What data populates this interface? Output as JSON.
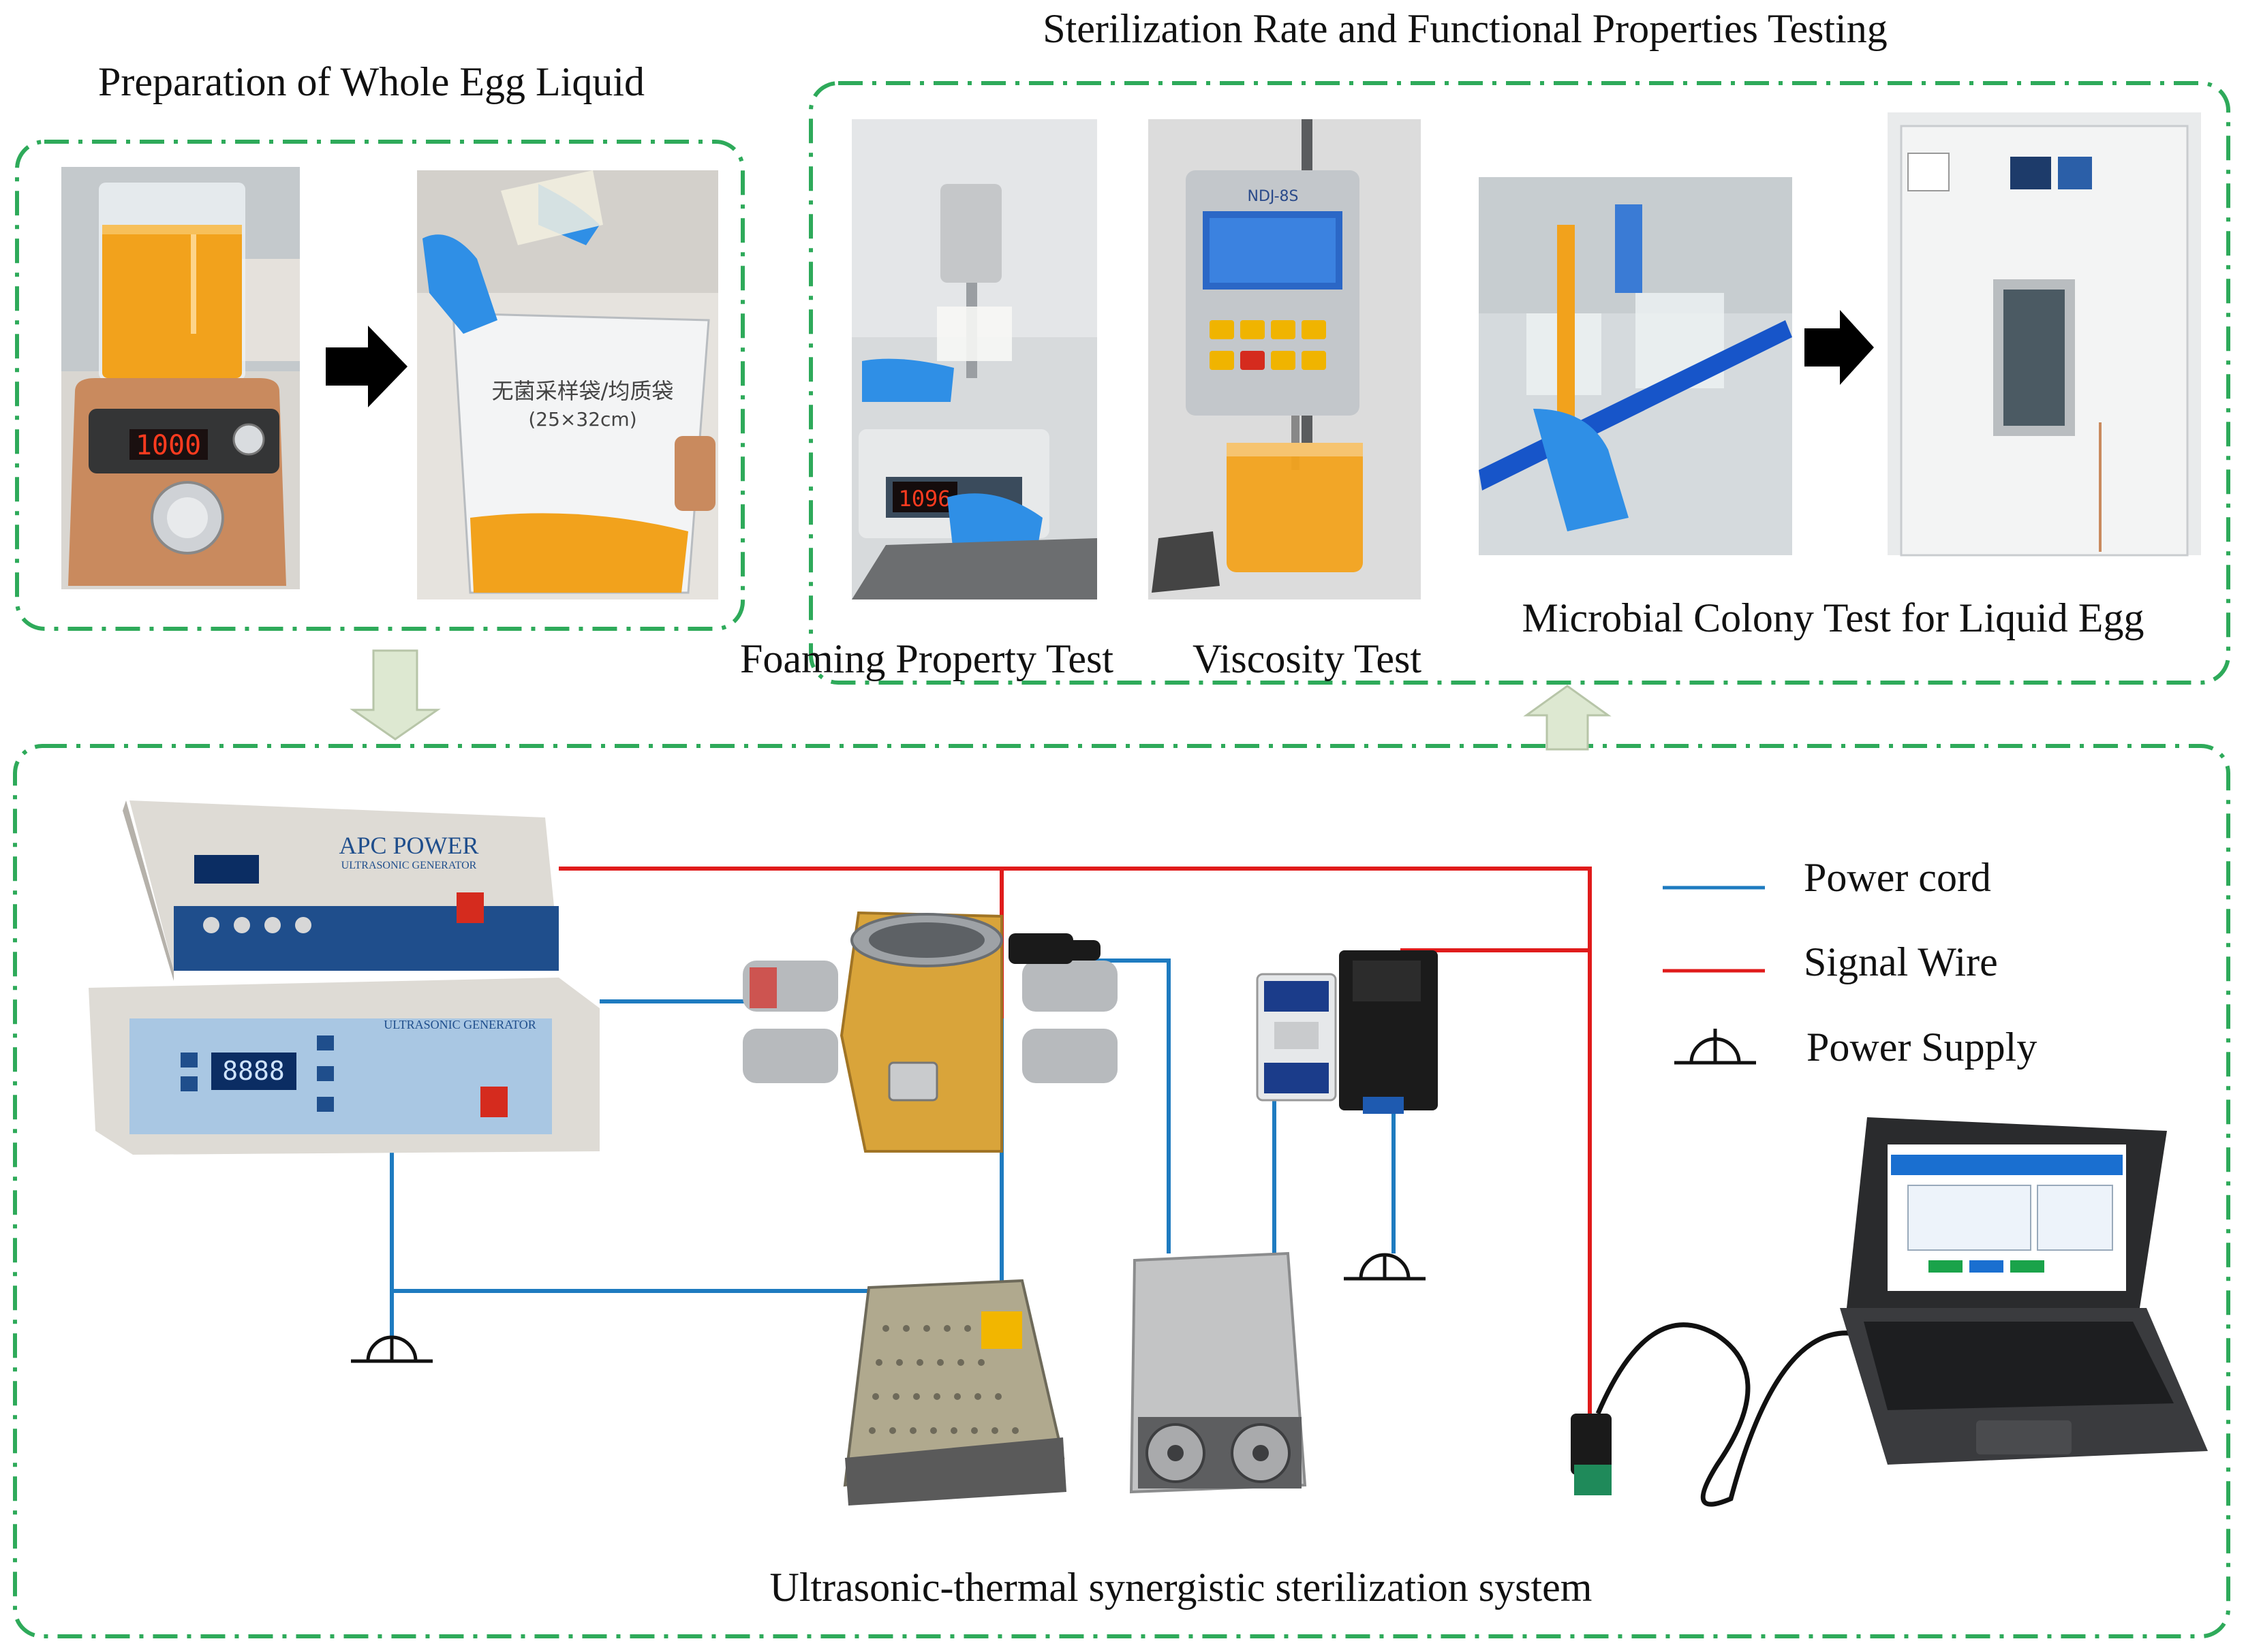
{
  "title_left": "Preparation of Whole Egg Liquid",
  "title_right": "Sterilization Rate and Functional Properties Testing",
  "captions": {
    "foaming": "Foaming Property Test",
    "viscosity": "Viscosity Test",
    "microbial": "Microbial Colony Test for Liquid Egg"
  },
  "system_title": "Ultrasonic-thermal synergistic sterilization system",
  "legend": {
    "power_cord": "Power cord",
    "signal_wire": "Signal Wire",
    "power_supply": "Power Supply"
  },
  "device_text": {
    "apc_brand": "APC POWER",
    "apc_sub": "ULTRASONIC GENERATOR",
    "gen_title": "ULTRASONIC GENERATOR",
    "gen_display": "8888",
    "stirrer_display": "1000",
    "foam_display": "1096",
    "visc_model": "NDJ-8S",
    "bag_text": "无菌采样袋/均质袋",
    "bag_size": "(25×32cm)"
  },
  "colors": {
    "frame": "#2eaa5a",
    "power_cord": "#1e7bc0",
    "signal_wire": "#e01b1b",
    "egg": "#f2a21c",
    "glove": "#2f8fe6"
  }
}
